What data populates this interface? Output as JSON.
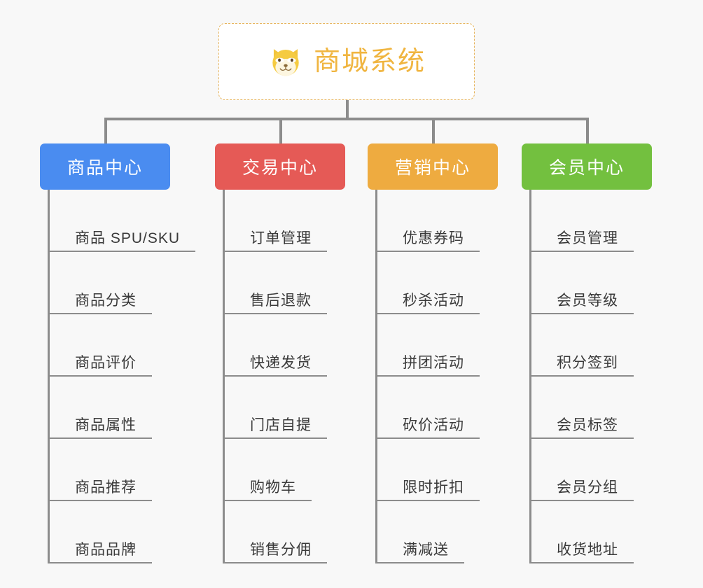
{
  "canvas": {
    "background": "#f8f8f8",
    "connector_color": "#8c8c8c"
  },
  "root": {
    "title": "商城系统",
    "icon": "dog-face-icon",
    "text_color": "#f0b540",
    "border_color": "#e6b45c",
    "background": "#ffffff"
  },
  "categories": [
    {
      "label": "商品中心",
      "color": "#4a8cf0",
      "items": [
        "商品 SPU/SKU",
        "商品分类",
        "商品评价",
        "商品属性",
        "商品推荐",
        "商品品牌"
      ]
    },
    {
      "label": "交易中心",
      "color": "#e55a56",
      "items": [
        "订单管理",
        "售后退款",
        "快递发货",
        "门店自提",
        "购物车",
        "销售分佣"
      ]
    },
    {
      "label": "营销中心",
      "color": "#eeab40",
      "items": [
        "优惠券码",
        "秒杀活动",
        "拼团活动",
        "砍价活动",
        "限时折扣",
        "满减送"
      ]
    },
    {
      "label": "会员中心",
      "color": "#73c03f",
      "items": [
        "会员管理",
        "会员等级",
        "积分签到",
        "会员标签",
        "会员分组",
        "收货地址"
      ]
    }
  ]
}
